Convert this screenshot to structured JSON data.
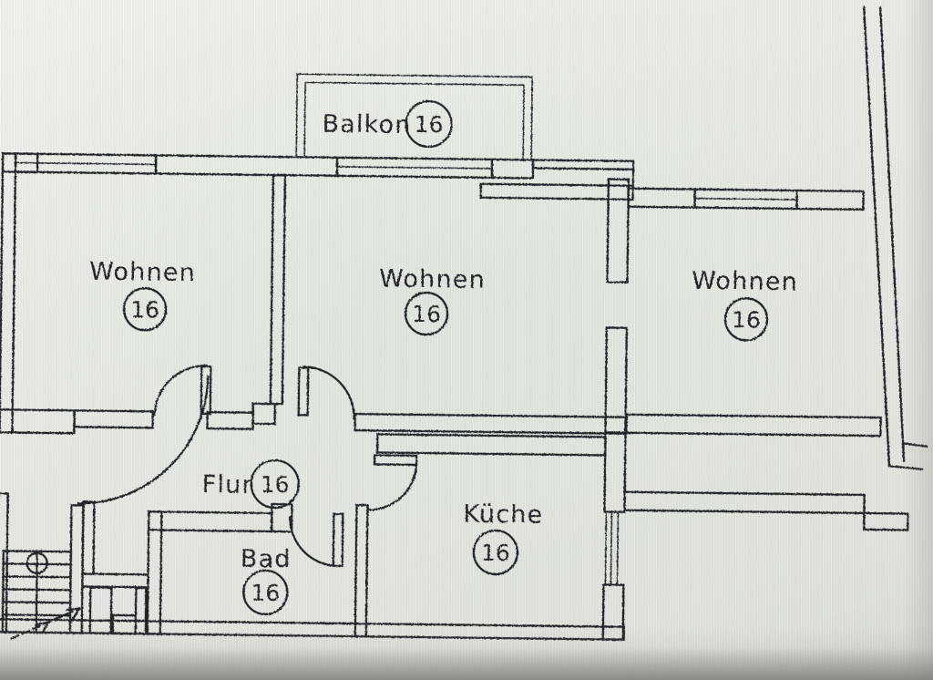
{
  "rooms": [
    {
      "key": "balkon",
      "label": "Balkon",
      "number": "16"
    },
    {
      "key": "wohnen-left",
      "label": "Wohnen",
      "number": "16"
    },
    {
      "key": "wohnen-middle",
      "label": "Wohnen",
      "number": "16"
    },
    {
      "key": "wohnen-right",
      "label": "Wohnen",
      "number": "16"
    },
    {
      "key": "flur",
      "label": "Flur",
      "number": "16"
    },
    {
      "key": "kueche",
      "label": "Küche",
      "number": "16"
    },
    {
      "key": "bad",
      "label": "Bad",
      "number": "16"
    }
  ],
  "colors": {
    "ink": "#24262a",
    "paper": "#e9ece6",
    "shadow": "#8e9189"
  }
}
